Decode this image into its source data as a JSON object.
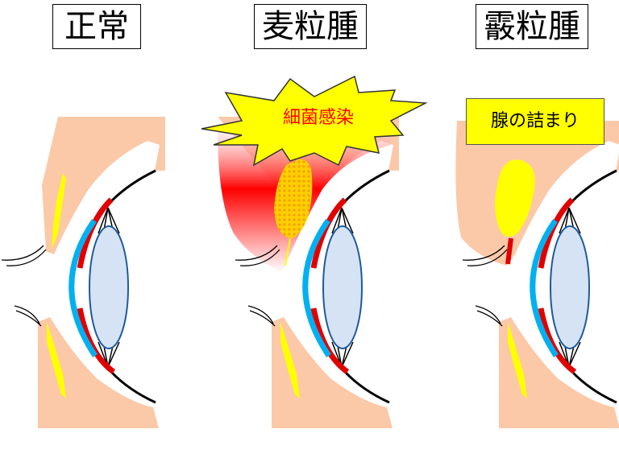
{
  "panels": [
    {
      "title": "正常"
    },
    {
      "title": "麦粒腫",
      "callout": "細菌感染"
    },
    {
      "title": "霰粒腫",
      "callout": "腺の詰まり"
    }
  ],
  "colors": {
    "skin": "#fbc9a8",
    "gland": "#ffff00",
    "iris": "#e00000",
    "cornea": "#00b0f0",
    "lens_fill": "#d6e3f5",
    "lens_stroke": "#1f5a9a",
    "inflammation": "#ff0000"
  }
}
